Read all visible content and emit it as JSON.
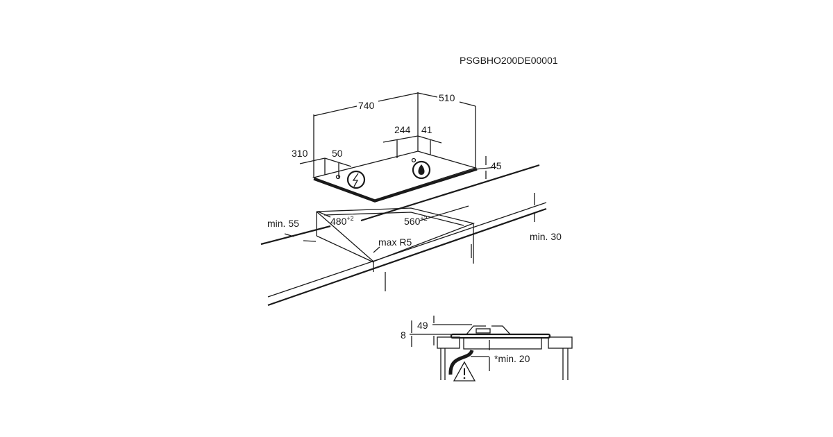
{
  "diagram": {
    "code": "PSGBHO200DE00001",
    "dims": {
      "width": "740",
      "depth": "510",
      "gas_x": "244",
      "gas_y": "41",
      "elec_x": "310",
      "elec_y": "50",
      "height": "45",
      "cut_depth": "480",
      "cut_width": "560",
      "tolerance": "+2",
      "min_front": "min. 55",
      "min_back": "min. 30",
      "radius": "max R5",
      "side_49": "49",
      "side_8": "8",
      "min_below": "*min. 20"
    },
    "icons": [
      "electric-connection-icon",
      "gas-connection-icon",
      "warning-icon"
    ]
  }
}
